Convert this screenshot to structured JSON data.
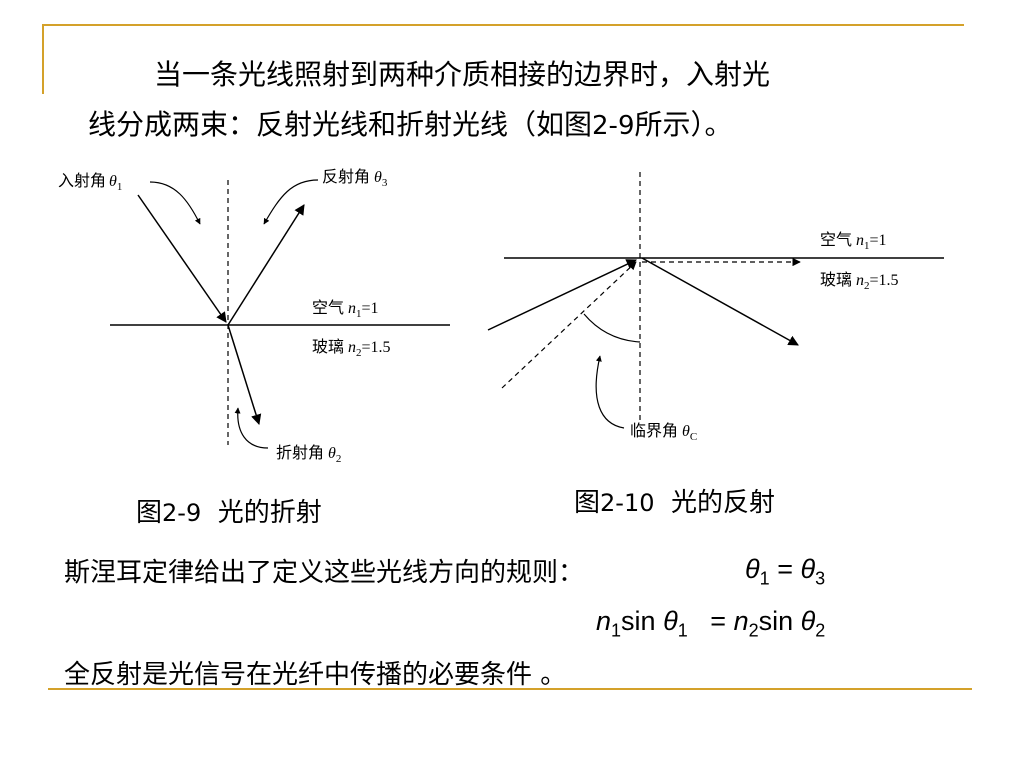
{
  "intro": {
    "line1": "当一条光线照射到两种介质相接的边界时，入射光",
    "line2_before": "线分成两束：反射光线和折射光线（如图",
    "line2_ref": "2-9",
    "line2_after": "所示）。"
  },
  "fig1": {
    "incident_label": "入射角",
    "incident_var": "θ",
    "incident_sub": "1",
    "reflect_label": "反射角",
    "reflect_var": "θ",
    "reflect_sub": "3",
    "refract_label": "折射角",
    "refract_var": "θ",
    "refract_sub": "2",
    "air_label": "空气",
    "air_var": "n",
    "air_sub": "1",
    "air_value": "=1",
    "glass_label": "玻璃",
    "glass_var": "n",
    "glass_sub": "2",
    "glass_value": "=1.5",
    "caption_prefix": "图",
    "caption_num": "2-9",
    "caption_text": "光的折射"
  },
  "fig2": {
    "air_label": "空气",
    "air_var": "n",
    "air_sub": "1",
    "air_value": "=1",
    "glass_label": "玻璃",
    "glass_var": "n",
    "glass_sub": "2",
    "glass_value": "=1.5",
    "critical_label": "临界角",
    "critical_var": "θ",
    "critical_sub": "C",
    "caption_prefix": "图",
    "caption_num": "2-10",
    "caption_text": "光的反射"
  },
  "rules": {
    "snell_text": "斯涅耳定律给出了定义这些光线方向的规则：",
    "eq1_left": "θ",
    "eq1_left_sub": "1",
    "eq1_op": "=",
    "eq1_right": "θ",
    "eq1_right_sub": "3",
    "eq2_n1": "n",
    "eq2_n1_sub": "1",
    "eq2_sin1": "sin",
    "eq2_theta1": "θ",
    "eq2_theta1_sub": "1",
    "eq2_op": "=",
    "eq2_n2": "n",
    "eq2_n2_sub": "2",
    "eq2_sin2": "sin",
    "eq2_theta2": "θ",
    "eq2_theta2_sub": "2",
    "total_reflection": "全反射是光信号在光纤中传播的必要条件 。"
  }
}
